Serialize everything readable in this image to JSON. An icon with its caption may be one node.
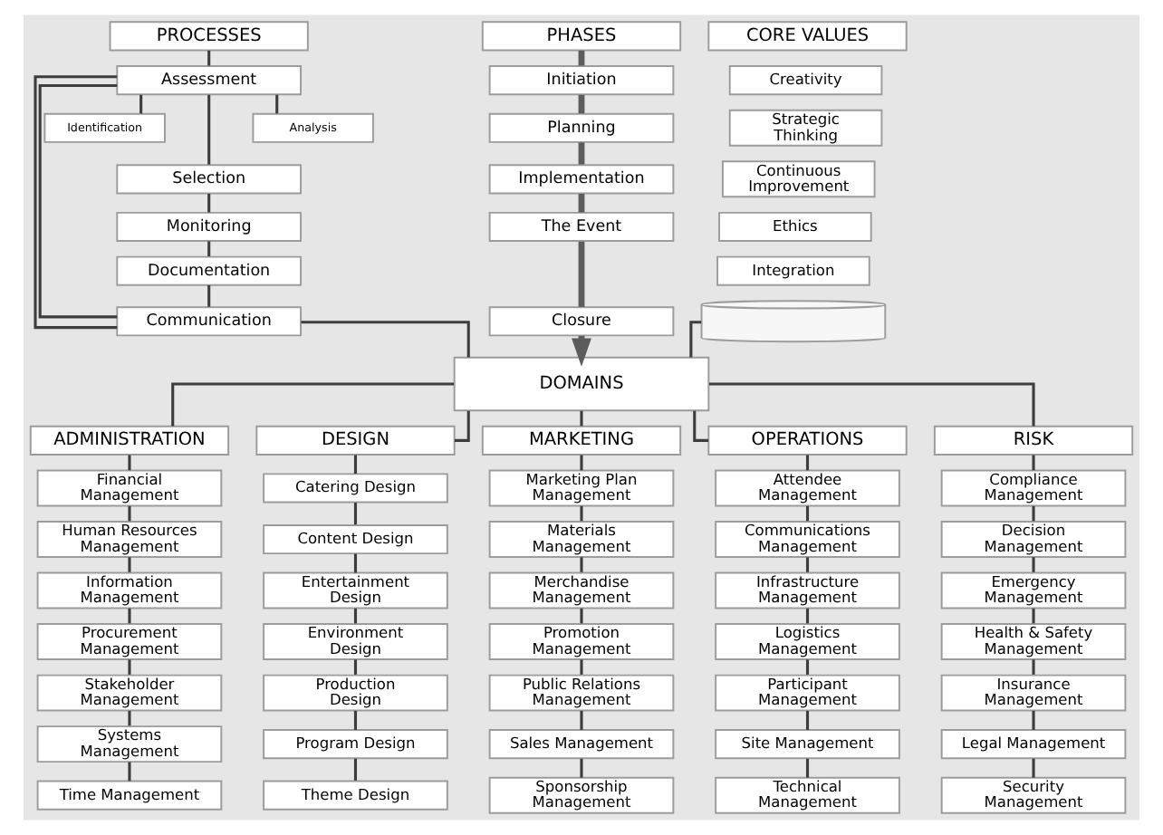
{
  "diagram": {
    "nodes": [
      {
        "text": [
          "PROCESSES"
        ]
      },
      {
        "text": [
          "Assessment"
        ]
      },
      {
        "text": [
          "Identification"
        ]
      },
      {
        "text": [
          "Analysis"
        ]
      },
      {
        "text": [
          "Selection"
        ]
      },
      {
        "text": [
          "Monitoring"
        ]
      },
      {
        "text": [
          "Documentation"
        ]
      },
      {
        "text": [
          "Communication"
        ]
      },
      {
        "text": [
          "PHASES"
        ]
      },
      {
        "text": [
          "Initiation"
        ]
      },
      {
        "text": [
          "Planning"
        ]
      },
      {
        "text": [
          "Implementation"
        ]
      },
      {
        "text": [
          "The Event"
        ]
      },
      {
        "text": [
          "Closure"
        ]
      },
      {
        "text": [
          "CORE VALUES"
        ]
      },
      {
        "text": [
          "Creativity"
        ]
      },
      {
        "text": [
          "Strategic Thinking"
        ]
      },
      {
        "text": [
          "Continuous Improvement"
        ]
      },
      {
        "text": [
          "Ethics"
        ]
      },
      {
        "text": [
          "Integration"
        ]
      },
      {
        "text": [],
        "shape": "cylinder"
      },
      {
        "text": [
          "DOMAINS"
        ]
      },
      {
        "text": [
          "ADMINISTRATION"
        ]
      },
      {
        "text": [
          "Financial Management"
        ]
      },
      {
        "text": [
          "Human Resources Management"
        ]
      },
      {
        "text": [
          "Information Management"
        ]
      },
      {
        "text": [
          "Procurement Management"
        ]
      },
      {
        "text": [
          "Stakeholder Management"
        ]
      },
      {
        "text": [
          "Systems Management"
        ]
      },
      {
        "text": [
          "Time Management"
        ]
      },
      {
        "text": [
          "DESIGN"
        ]
      },
      {
        "text": [
          "Catering Design"
        ]
      },
      {
        "text": [
          "Content Design"
        ]
      },
      {
        "text": [
          "Entertainment Design"
        ]
      },
      {
        "text": [
          "Environment Design"
        ]
      },
      {
        "text": [
          "Production Design"
        ]
      },
      {
        "text": [
          "Program Design"
        ]
      },
      {
        "text": [
          "Theme Design"
        ]
      },
      {
        "text": [
          "MARKETING"
        ]
      },
      {
        "text": [
          "Marketing Plan Management"
        ]
      },
      {
        "text": [
          "Materials Management"
        ]
      },
      {
        "text": [
          "Merchandise Management"
        ]
      },
      {
        "text": [
          "Promotion Management"
        ]
      },
      {
        "text": [
          "Public Relations Management"
        ]
      },
      {
        "text": [
          "Sales Management"
        ]
      },
      {
        "text": [
          "Sponsorship Management"
        ]
      },
      {
        "text": [
          "OPERATIONS"
        ]
      },
      {
        "text": [
          "Attendee Management"
        ]
      },
      {
        "text": [
          "Communications Management"
        ]
      },
      {
        "text": [
          "Infrastructure Management"
        ]
      },
      {
        "text": [
          "Logistics Management"
        ]
      },
      {
        "text": [
          "Participant Management"
        ]
      },
      {
        "text": [
          "Site Management"
        ]
      },
      {
        "text": [
          "Technical Management"
        ]
      },
      {
        "text": [
          "RISK"
        ]
      },
      {
        "text": [
          "Compliance Management"
        ]
      },
      {
        "text": [
          "Decision Management"
        ]
      },
      {
        "text": [
          "Emergency Management"
        ]
      },
      {
        "text": [
          "Health & Safety Management"
        ]
      },
      {
        "text": [
          "Insurance Management"
        ]
      },
      {
        "text": [
          "Legal Management"
        ]
      },
      {
        "text": [
          "Security Management"
        ]
      }
    ],
    "edges": [
      {
        "from": 0,
        "to": 1,
        "arrow": "none"
      },
      {
        "from": 1,
        "to": 2,
        "arrow": "none"
      },
      {
        "from": 1,
        "to": 4,
        "arrow": "none"
      },
      {
        "from": 1,
        "to": 3,
        "arrow": "none"
      },
      {
        "from": 4,
        "to": 5,
        "arrow": "none"
      },
      {
        "from": 5,
        "to": 6,
        "arrow": "none"
      },
      {
        "from": 6,
        "to": 7,
        "arrow": "none"
      },
      {
        "from": 1,
        "to": 7,
        "arrow": "none"
      },
      {
        "from": 1,
        "to": 7,
        "arrow": "none"
      },
      {
        "from": 7,
        "to": 21,
        "arrow": "none"
      },
      {
        "from": 8,
        "to": 9,
        "arrow": "none",
        "style": "thick",
        "color": "#5c5c5c"
      },
      {
        "from": 9,
        "to": 10,
        "arrow": "none",
        "style": "thick",
        "color": "#5c5c5c"
      },
      {
        "from": 10,
        "to": 11,
        "arrow": "none",
        "style": "thick",
        "color": "#5c5c5c"
      },
      {
        "from": 11,
        "to": 12,
        "arrow": "none",
        "style": "thick",
        "color": "#5c5c5c"
      },
      {
        "from": 12,
        "to": 13,
        "arrow": "none",
        "style": "thick",
        "color": "#5c5c5c"
      },
      {
        "from": 13,
        "to": 21,
        "arrow": "to",
        "style": "thick",
        "color": "#5c5c5c"
      },
      {
        "from": 20,
        "to": 21,
        "arrow": "none"
      },
      {
        "from": 21,
        "to": 22,
        "arrow": "none"
      },
      {
        "from": 21,
        "to": 30,
        "arrow": "none"
      },
      {
        "from": 21,
        "to": 38,
        "arrow": "none"
      },
      {
        "from": 21,
        "to": 46,
        "arrow": "none"
      },
      {
        "from": 21,
        "to": 54,
        "arrow": "none"
      },
      {
        "from": 22,
        "to": 23,
        "arrow": "none"
      },
      {
        "from": 23,
        "to": 24,
        "arrow": "none"
      },
      {
        "from": 24,
        "to": 25,
        "arrow": "none"
      },
      {
        "from": 25,
        "to": 26,
        "arrow": "none"
      },
      {
        "from": 26,
        "to": 27,
        "arrow": "none"
      },
      {
        "from": 27,
        "to": 28,
        "arrow": "none"
      },
      {
        "from": 28,
        "to": 29,
        "arrow": "none"
      },
      {
        "from": 30,
        "to": 31,
        "arrow": "none"
      },
      {
        "from": 31,
        "to": 32,
        "arrow": "none"
      },
      {
        "from": 32,
        "to": 33,
        "arrow": "none"
      },
      {
        "from": 33,
        "to": 34,
        "arrow": "none"
      },
      {
        "from": 34,
        "to": 35,
        "arrow": "none"
      },
      {
        "from": 35,
        "to": 36,
        "arrow": "none"
      },
      {
        "from": 36,
        "to": 37,
        "arrow": "none"
      },
      {
        "from": 38,
        "to": 39,
        "arrow": "none"
      },
      {
        "from": 39,
        "to": 40,
        "arrow": "none"
      },
      {
        "from": 40,
        "to": 41,
        "arrow": "none"
      },
      {
        "from": 41,
        "to": 42,
        "arrow": "none"
      },
      {
        "from": 42,
        "to": 43,
        "arrow": "none"
      },
      {
        "from": 43,
        "to": 44,
        "arrow": "none"
      },
      {
        "from": 44,
        "to": 45,
        "arrow": "none"
      },
      {
        "from": 46,
        "to": 47,
        "arrow": "none"
      },
      {
        "from": 47,
        "to": 48,
        "arrow": "none"
      },
      {
        "from": 48,
        "to": 49,
        "arrow": "none"
      },
      {
        "from": 49,
        "to": 50,
        "arrow": "none"
      },
      {
        "from": 50,
        "to": 51,
        "arrow": "none"
      },
      {
        "from": 51,
        "to": 52,
        "arrow": "none"
      },
      {
        "from": 52,
        "to": 53,
        "arrow": "none"
      },
      {
        "from": 54,
        "to": 55,
        "arrow": "none"
      },
      {
        "from": 55,
        "to": 56,
        "arrow": "none"
      },
      {
        "from": 56,
        "to": 57,
        "arrow": "none"
      },
      {
        "from": 57,
        "to": 58,
        "arrow": "none"
      },
      {
        "from": 58,
        "to": 59,
        "arrow": "none"
      },
      {
        "from": 59,
        "to": 60,
        "arrow": "none"
      },
      {
        "from": 60,
        "to": 61,
        "arrow": "none"
      }
    ]
  }
}
